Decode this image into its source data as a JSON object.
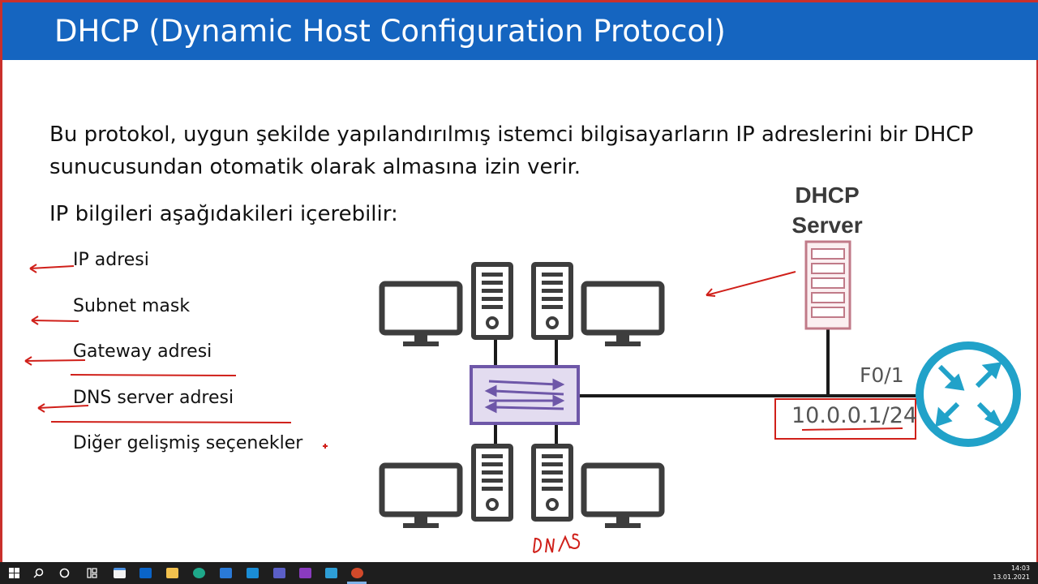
{
  "slide": {
    "title": "DHCP (Dynamic Host Configuration Protocol)",
    "paragraph": "Bu protokol, uygun şekilde yapılandırılmış istemci bilgisayarların IP adreslerini bir DHCP sunucusundan otomatik olarak almasına izin verir.",
    "subheading": "IP bilgileri aşağıdakileri içerebilir:",
    "bullets": [
      "IP adresi",
      "Subnet mask",
      "Gateway adresi",
      "DNS server adresi",
      "Diğer gelişmiş seçenekler"
    ]
  },
  "diagram": {
    "server_label_line1": "DHCP",
    "server_label_line2": "Server",
    "router_port": "F0/1",
    "router_ip": "10.0.0.1/24",
    "handwritten_note": "DNS",
    "colors": {
      "switch_border": "#6e57a8",
      "switch_fill": "#e3dcf0",
      "server_stroke": "#c07a88",
      "router": "#21a2c9",
      "annotation": "#d0201a"
    }
  },
  "taskbar": {
    "icons": [
      "windows-start-icon",
      "search-icon",
      "task-view-icon",
      "widgets-icon",
      "store-icon",
      "outlook-icon",
      "file-explorer-icon",
      "edge-icon",
      "mail-icon",
      "office-icon",
      "teams-icon",
      "onenote-icon",
      "whiteboard-icon",
      "powerpoint-icon"
    ],
    "clock_time": "14:03",
    "clock_date": "13.01.2021"
  }
}
